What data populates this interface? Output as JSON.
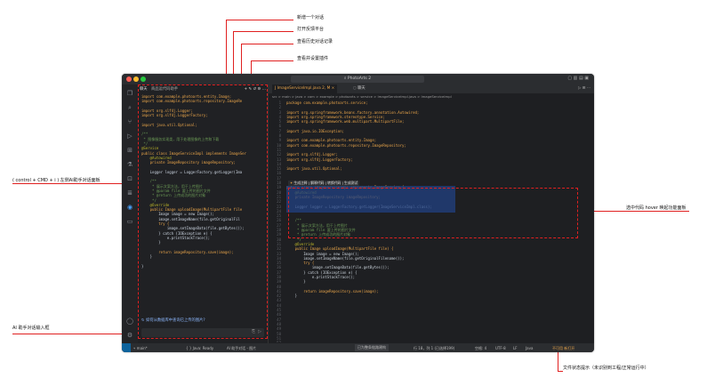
{
  "annotations": {
    "new_chat": "新增一个对话",
    "feedback": "打开反馈平台",
    "history": "查看历史对话记录",
    "settings": "查看并设置插件",
    "toggle_panel": "( control + CMD + i ) 左侧AI助手对话面板",
    "selection_hover": "选中代码 hover 唤起功能面板",
    "chat_input": "AI 助手对话输入框",
    "status_note": "文件状态提示（未识别到工程/正常运行中）"
  },
  "window": {
    "search_title": "PhotoArts 2",
    "traffic": [
      "#ff5f57",
      "#febc2e",
      "#28c840"
    ]
  },
  "chat": {
    "header_title": "聊天",
    "header_subtitle": "商品运代码助手",
    "code_lines": [
      "import com.example.photoarts.entity.Image;",
      "import com.example.photoarts.repository.ImageRe",
      "",
      "import org.slf4j.Logger;",
      "import org.slf4j.LoggerFactory;",
      "",
      "import java.util.Optional;",
      "",
      "/**",
      " * 图像服务实现类，用于处理图像的上传和下载",
      " */",
      "@Service",
      "public class ImageServiceImpl implements ImageSer",
      "    @Autowired",
      "    private ImageRepository imageRepository;",
      "",
      "    Logger logger = LoggerFactory.getLogger(Ima",
      "",
      "    /**",
      "     * 展示文案方法，用于上传图片",
      "     * @param file 要上传的图片文件",
      "     * @return 上传成功的图片对象",
      "     */",
      "    @Override",
      "    public Image uploadImage(MultipartFile file",
      "        Image image = new Image();",
      "        image.setImageName(file.getOriginalFil",
      "        try {",
      "            image.setImageData(file.getBytes());",
      "        } catch (IOException e) {",
      "            e.printStackTrace();",
      "        }",
      "",
      "        return imageRepository.save(image);",
      "    }",
      "",
      "}",
      ""
    ],
    "suggestion": "如何从数据库中查询已上传的图片?",
    "input_placeholder": ""
  },
  "tabs": [
    {
      "label": "ImageServiceImpl.java 2, M",
      "active": true
    },
    {
      "label": "聊天",
      "active": false
    }
  ],
  "breadcrumb": "src > main > java > com > example > photoarts > service > ImageServiceImpl.java > ImageServiceImpl",
  "editor": {
    "line_numbers": [
      "1",
      "2",
      "3",
      "4",
      "5",
      "6",
      "7",
      "8",
      "9",
      "10",
      "11",
      "12",
      "13",
      "14",
      "15",
      "16",
      "17",
      "18",
      "19",
      "20",
      "21",
      "22",
      "23",
      "24",
      "25",
      "26",
      "27",
      "28",
      "29",
      "30",
      "31",
      "32",
      "33",
      "34",
      "35",
      "36",
      "37",
      "38",
      "39",
      "40",
      "41",
      "42",
      "43",
      "44",
      "45",
      "46",
      "47",
      "48",
      "49",
      "50",
      "51",
      "52"
    ],
    "lines": [
      "package com.example.photoarts.service;",
      "",
      "import org.springframework.beans.factory.annotation.Autowired;",
      "import org.springframework.stereotype.Service;",
      "import org.springframework.web.multipart.MultipartFile;",
      "",
      "import java.io.IOException;",
      "",
      "import com.example.photoarts.entity.Image;",
      "import com.example.photoarts.repository.ImageRepository;",
      "",
      "import org.slf4j.Logger;",
      "import org.slf4j.LoggerFactory;",
      "",
      "import java.util.Optional;",
      "",
      "",
      "",
      "public class ImageServiceImpl implements ImageService {",
      "    @Autowired",
      "    private ImageRepository imageRepository;",
      "",
      "    Logger logger = LoggerFactory.getLogger(ImageServiceImpl.class);",
      "",
      "",
      "    /**",
      "     * 展示文案方法，用于上传图片",
      "     * @param file 要上传的图片文件",
      "     * @return 上传成功的图片对象",
      "     */",
      "    @Override",
      "    public Image uploadImage(MultipartFile file) {",
      "        Image image = new Image();",
      "        image.setImageName(file.getOriginalFilename());",
      "        try {",
      "            image.setImageData(file.getBytes());",
      "        } catch (IOException e) {",
      "            e.printStackTrace();",
      "        }",
      "",
      "        return imageRepository.save(image);",
      "    }",
      ""
    ],
    "hover_menu": "生成注释 | 解释代码 | 转换代码 | 生成测试"
  },
  "statusbar": {
    "branch": "main*",
    "java": "Java: Ready",
    "ai_status": "AI 助手对话 - 图片",
    "center_badge": "已为整条链路建构",
    "position": "行 18，列 1 (已选择199)",
    "spaces": "空格: 4",
    "encoding": "UTF-8",
    "eol": "LF",
    "language": "Java",
    "right_status": "不可用  新打开"
  },
  "colors": {
    "accent_red": "#e02020",
    "selection": "#214283",
    "status_orange": "#e9a54a"
  }
}
